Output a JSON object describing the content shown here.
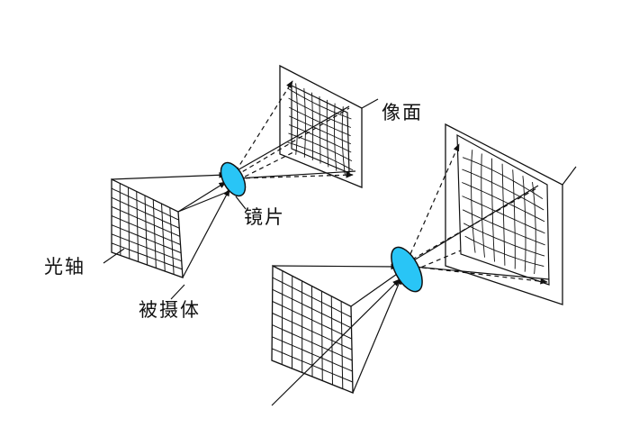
{
  "labels": {
    "image_plane": "像面",
    "lens": "镜片",
    "optical_axis": "光轴",
    "subject": "被摄体"
  },
  "colors": {
    "lens_fill": "#29C5F6",
    "line": "#111111"
  }
}
